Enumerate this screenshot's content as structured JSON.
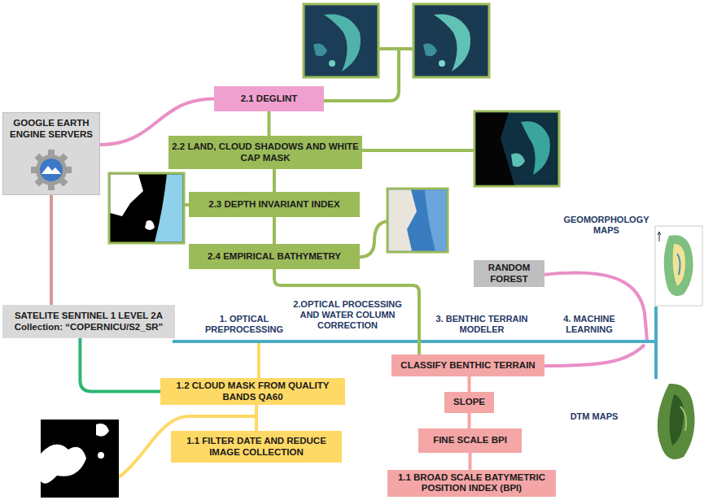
{
  "diagram": {
    "nodes": [
      {
        "text": [
          "GOOGLE EARTH ENGINE SERVERS"
        ]
      },
      {
        "text": [
          "2.1 DEGLINT"
        ]
      },
      {
        "text": [
          "2.2 LAND, CLOUD SHADOWS AND WHITE CAP MASK"
        ]
      },
      {
        "text": [
          "2.3 DEPTH INVARIANT INDEX"
        ]
      },
      {
        "text": [
          "2.4 EMPIRICAL BATHYMETRY"
        ]
      },
      {
        "text": [
          "RANDOM FOREST"
        ]
      },
      {
        "text": [
          "SATELITE SENTINEL 1 LEVEL 2A",
          "Collection: “COPERNICU/S2_SR”"
        ]
      },
      {
        "text": [
          "1.2 CLOUD MASK FROM QUALITY BANDS QA60"
        ]
      },
      {
        "text": [
          "1.1 FILTER DATE AND REDUCE IMAGE COLLECTION"
        ]
      },
      {
        "text": [
          "CLASSIFY BENTHIC TERRAIN"
        ]
      },
      {
        "text": [
          "SLOPE"
        ]
      },
      {
        "text": [
          "FINE SCALE BPI"
        ]
      },
      {
        "text": [
          "1.1 BROAD SCALE BATYMETRIC POSITION INDEX (BPI)"
        ]
      }
    ],
    "edges": [
      {
        "from": 0,
        "to": 1,
        "arrow": "none"
      },
      {
        "from": 0,
        "to": 6,
        "arrow": "none"
      },
      {
        "from": 6,
        "to": 7,
        "arrow": "none"
      },
      {
        "from": 1,
        "to": 2,
        "arrow": "none"
      },
      {
        "from": 2,
        "to": 3,
        "arrow": "none"
      },
      {
        "from": 3,
        "to": 4,
        "arrow": "none"
      },
      {
        "from": 4,
        "to": 9,
        "arrow": "none"
      },
      {
        "from": 7,
        "to": 8,
        "arrow": "none"
      },
      {
        "from": 9,
        "to": 10,
        "arrow": "none"
      },
      {
        "from": 10,
        "to": 11,
        "arrow": "none"
      },
      {
        "from": 11,
        "to": 12,
        "arrow": "none"
      }
    ],
    "labels": [
      "1. OPTICAL PREPROCESSING",
      "2.OPTICAL PROCESSING AND WATER COLUMN CORRECTION",
      "3. BENTHIC TERRAIN MODELER",
      "4. MACHINE LEARNING",
      "GEOMORPHOLOGY MAPS",
      "DTM MAPS"
    ]
  }
}
